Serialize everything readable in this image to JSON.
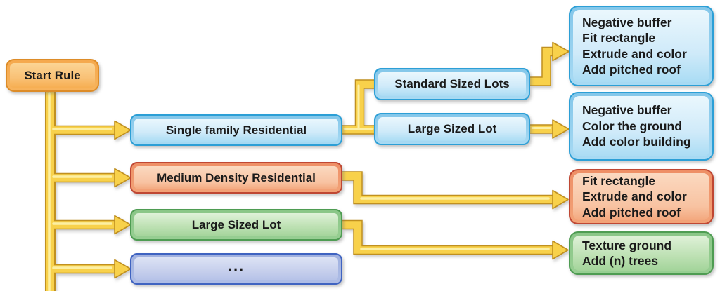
{
  "diagram": {
    "nodes": {
      "start_rule": {
        "label": "Start Rule"
      },
      "single_family": {
        "label": "Single family Residential"
      },
      "medium_density": {
        "label": "Medium Density Residential"
      },
      "large_lot": {
        "label": "Large Sized Lot"
      },
      "more": {
        "label": "..."
      },
      "standard_lots": {
        "label": "Standard Sized Lots"
      },
      "large_lot_single": {
        "label": "Large Sized Lot"
      },
      "rules_standard": {
        "text": "Negative buffer\nFit rectangle\nExtrude and color\nAdd pitched roof"
      },
      "rules_large_single": {
        "text": "Negative buffer\nColor the ground\nAdd color building"
      },
      "rules_medium": {
        "text": "Fit rectangle\nExtrude and color\nAdd pitched roof"
      },
      "rules_large": {
        "text": "Texture ground\nAdd (n) trees"
      }
    },
    "edges": [
      {
        "from": "start_rule",
        "to": "single_family"
      },
      {
        "from": "start_rule",
        "to": "medium_density"
      },
      {
        "from": "start_rule",
        "to": "large_lot"
      },
      {
        "from": "start_rule",
        "to": "more"
      },
      {
        "from": "single_family",
        "to": "standard_lots"
      },
      {
        "from": "single_family",
        "to": "large_lot_single"
      },
      {
        "from": "standard_lots",
        "to": "rules_standard"
      },
      {
        "from": "large_lot_single",
        "to": "rules_large_single"
      },
      {
        "from": "medium_density",
        "to": "rules_medium"
      },
      {
        "from": "large_lot",
        "to": "rules_large"
      }
    ],
    "colors": {
      "arrow_fill": "#F8D14B",
      "arrow_outline": "#C09020",
      "arrow_highlight": "#FCEFA3",
      "blue_border": "#2C9FD6",
      "orange_border": "#BF4733",
      "green_border": "#4E9C52",
      "purple_border": "#3F63C1",
      "start_border": "#DD8C28",
      "text": "#1A1A1A"
    }
  }
}
